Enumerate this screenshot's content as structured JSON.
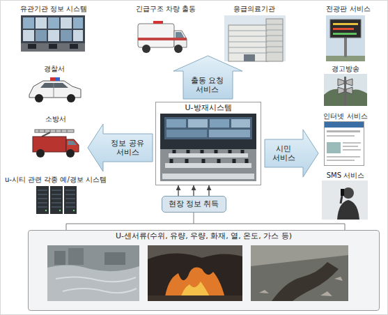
{
  "diagram": {
    "nodes": [
      {
        "text": [
          "유관기관 정보 시스템"
        ]
      },
      {
        "text": [
          "긴급구조 차량 출동"
        ]
      },
      {
        "text": [
          "응급의료기관"
        ]
      },
      {
        "text": [
          "전광판 서비스"
        ]
      },
      {
        "text": [
          "경찰서"
        ]
      },
      {
        "text": [
          "출동 요청 서비스"
        ]
      },
      {
        "text": [
          "경고방송"
        ]
      },
      {
        "text": [
          "소방서"
        ]
      },
      {
        "text": [
          "정보 공유 서비스"
        ]
      },
      {
        "text": [
          "U-방재시스템"
        ]
      },
      {
        "text": [
          "시민 서비스"
        ]
      },
      {
        "text": [
          "인터넷 서비스"
        ]
      },
      {
        "text": [
          "u-시티 관련 각종 예/경보 시스템"
        ]
      },
      {
        "text": [
          "SMS 서비스"
        ]
      },
      {
        "text": [
          "현장 정보 취득"
        ]
      },
      {
        "text": [
          "U-센서류(수위, 유량, 우량, 화재, 열, 온도, 가스 등)"
        ]
      }
    ],
    "edges": [
      {
        "from": 14,
        "to": 9,
        "arrow": "to"
      },
      {
        "from": 14,
        "to": 9,
        "arrow": "to"
      },
      {
        "from": 14,
        "to": 9,
        "arrow": "to"
      },
      {
        "from": 15,
        "to": 14,
        "arrow": "none"
      }
    ]
  }
}
